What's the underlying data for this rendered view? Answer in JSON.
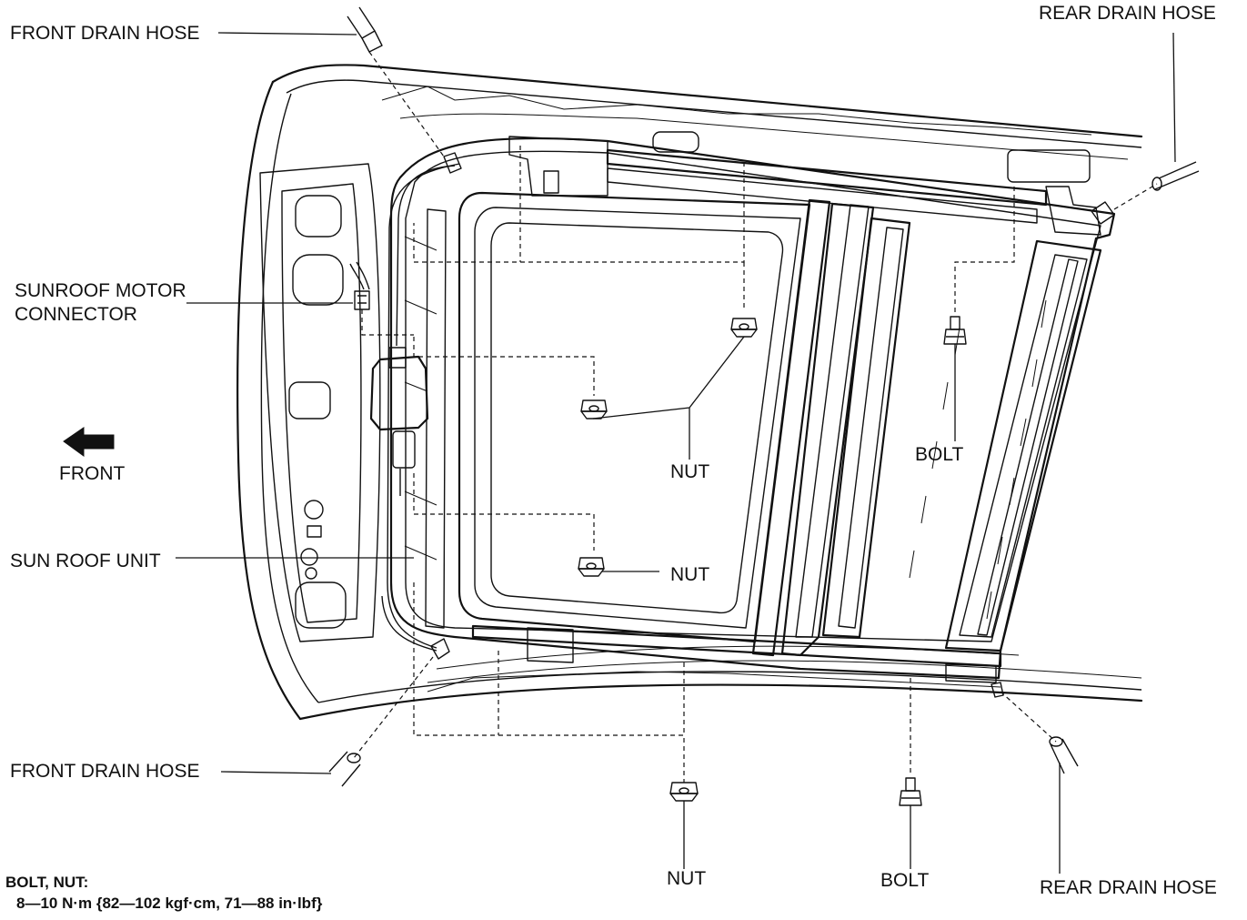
{
  "labels": {
    "front_drain_hose_top": "FRONT DRAIN HOSE",
    "rear_drain_hose_top": "REAR DRAIN HOSE",
    "sunroof_motor_connector_line1": "SUNROOF MOTOR",
    "sunroof_motor_connector_line2": "CONNECTOR",
    "front_direction": "FRONT",
    "sun_roof_unit": "SUN ROOF UNIT",
    "nut_center": "NUT",
    "nut_lower": "NUT",
    "nut_bottom": "NUT",
    "bolt_right": "BOLT",
    "bolt_bottom": "BOLT",
    "front_drain_hose_bottom": "FRONT DRAIN HOSE",
    "rear_drain_hose_bottom": "REAR DRAIN HOSE"
  },
  "torque_spec": {
    "title": "BOLT, NUT:",
    "value": "8—10 N·m {82—102 kgf·cm, 71—88 in·lbf}"
  },
  "icons": {
    "front_arrow": "arrow-left-icon"
  }
}
